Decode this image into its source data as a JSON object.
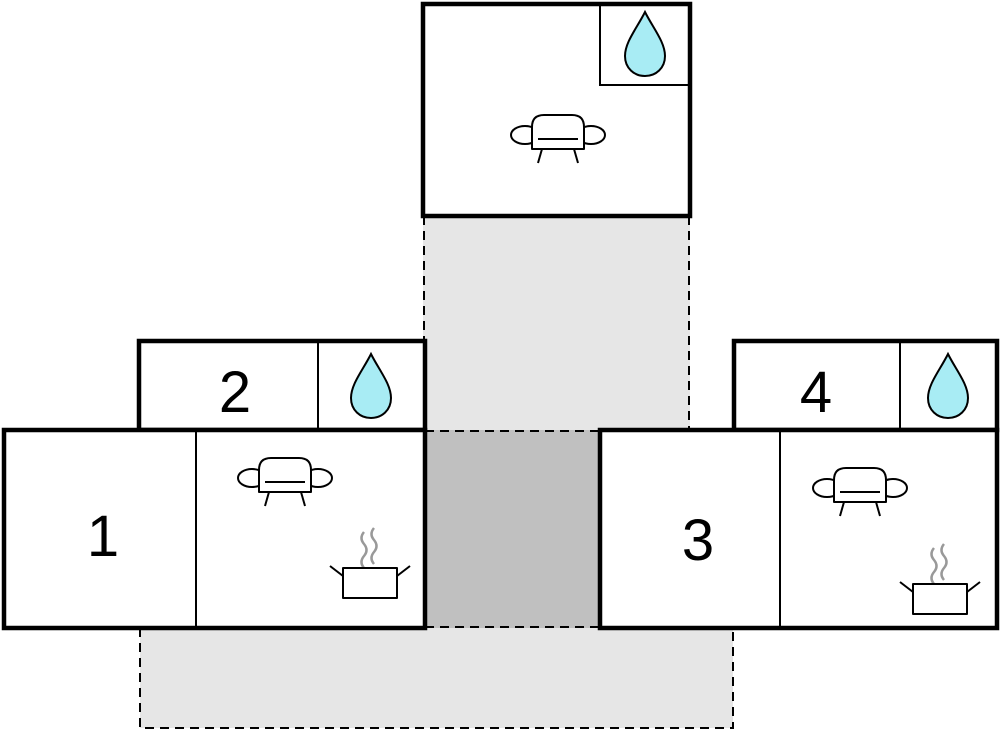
{
  "floorplan": {
    "rooms": {
      "room1": "1",
      "room2": "2",
      "room3": "3",
      "room4": "4"
    },
    "icons": [
      "water-drop-icon",
      "sofa-icon",
      "cooking-pot-icon"
    ],
    "colors": {
      "terrace": "#e6e6e6",
      "covered_area": "#c0c0c0",
      "water": "#a8ecf4"
    }
  }
}
